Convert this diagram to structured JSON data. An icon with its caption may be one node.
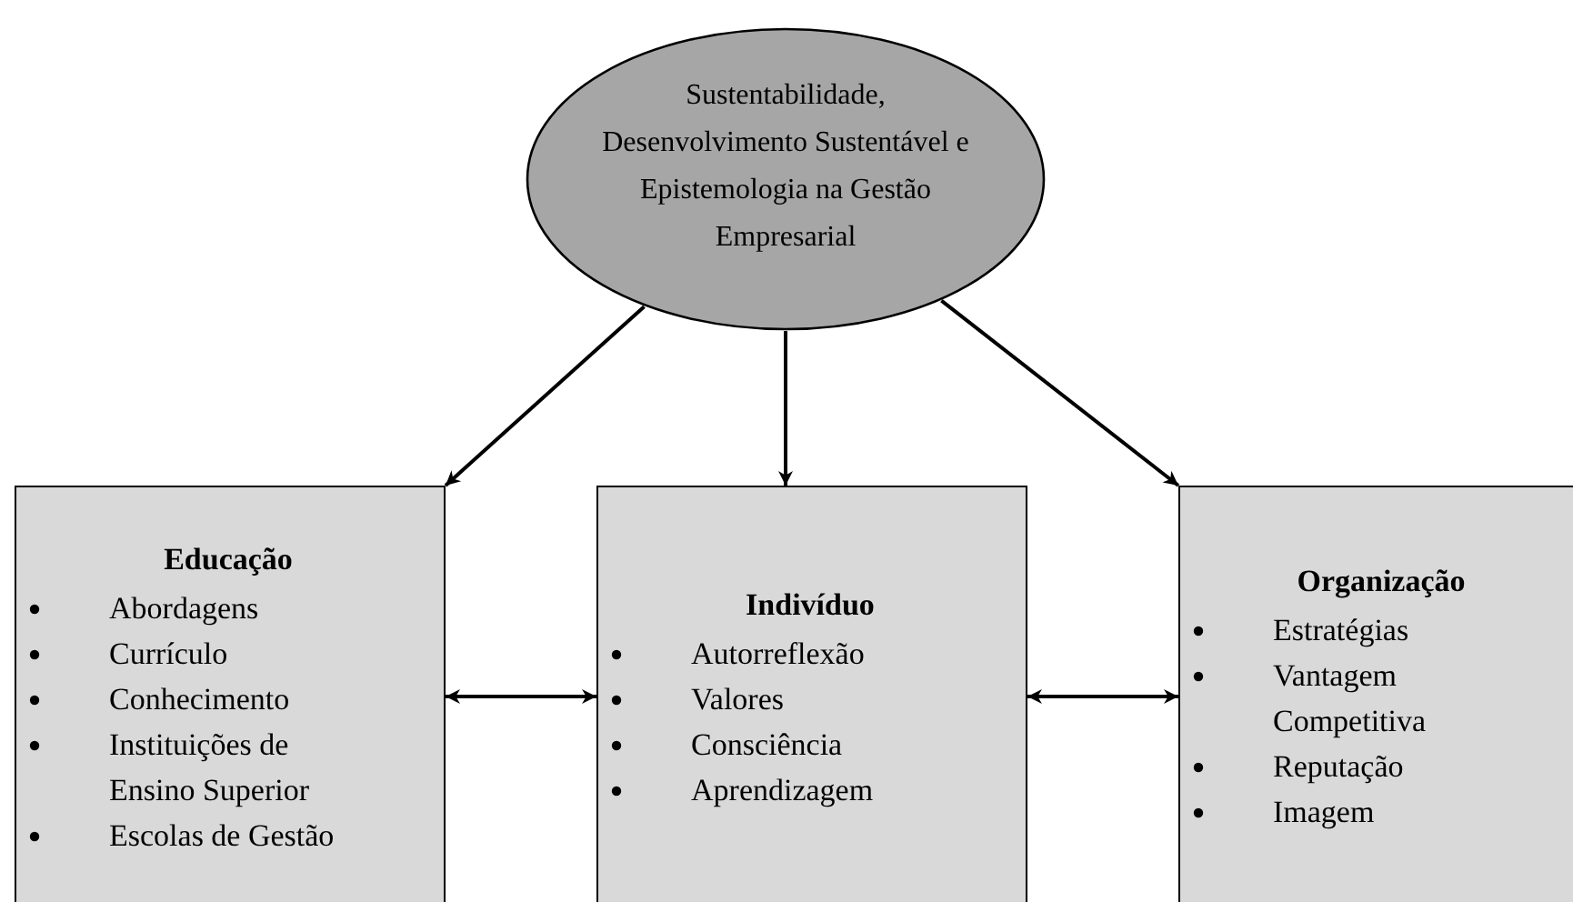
{
  "diagram": {
    "nodes": [
      {
        "text": [
          "Sustentabilidade, Desenvolvimento Sustentável e Epistemologia na Gestão Empresarial"
        ]
      },
      {
        "text": [
          "Educação",
          "Abordagens",
          "Currículo",
          "Conhecimento",
          "Instituições de Ensino Superior",
          "Escolas de Gestão"
        ]
      },
      {
        "text": [
          "Indivíduo",
          "Autorreflexão",
          "Valores",
          "Consciência",
          "Aprendizagem"
        ]
      },
      {
        "text": [
          "Organização",
          "Estratégias",
          "Vantagem Competitiva",
          "Reputação",
          "Imagem"
        ]
      }
    ],
    "edges": [
      {
        "from": 0,
        "to": 1,
        "arrow": "to"
      },
      {
        "from": 0,
        "to": 2,
        "arrow": "to"
      },
      {
        "from": 0,
        "to": 3,
        "arrow": "to"
      },
      {
        "from": 1,
        "to": 2,
        "arrow": "both"
      },
      {
        "from": 2,
        "to": 3,
        "arrow": "both"
      }
    ]
  }
}
